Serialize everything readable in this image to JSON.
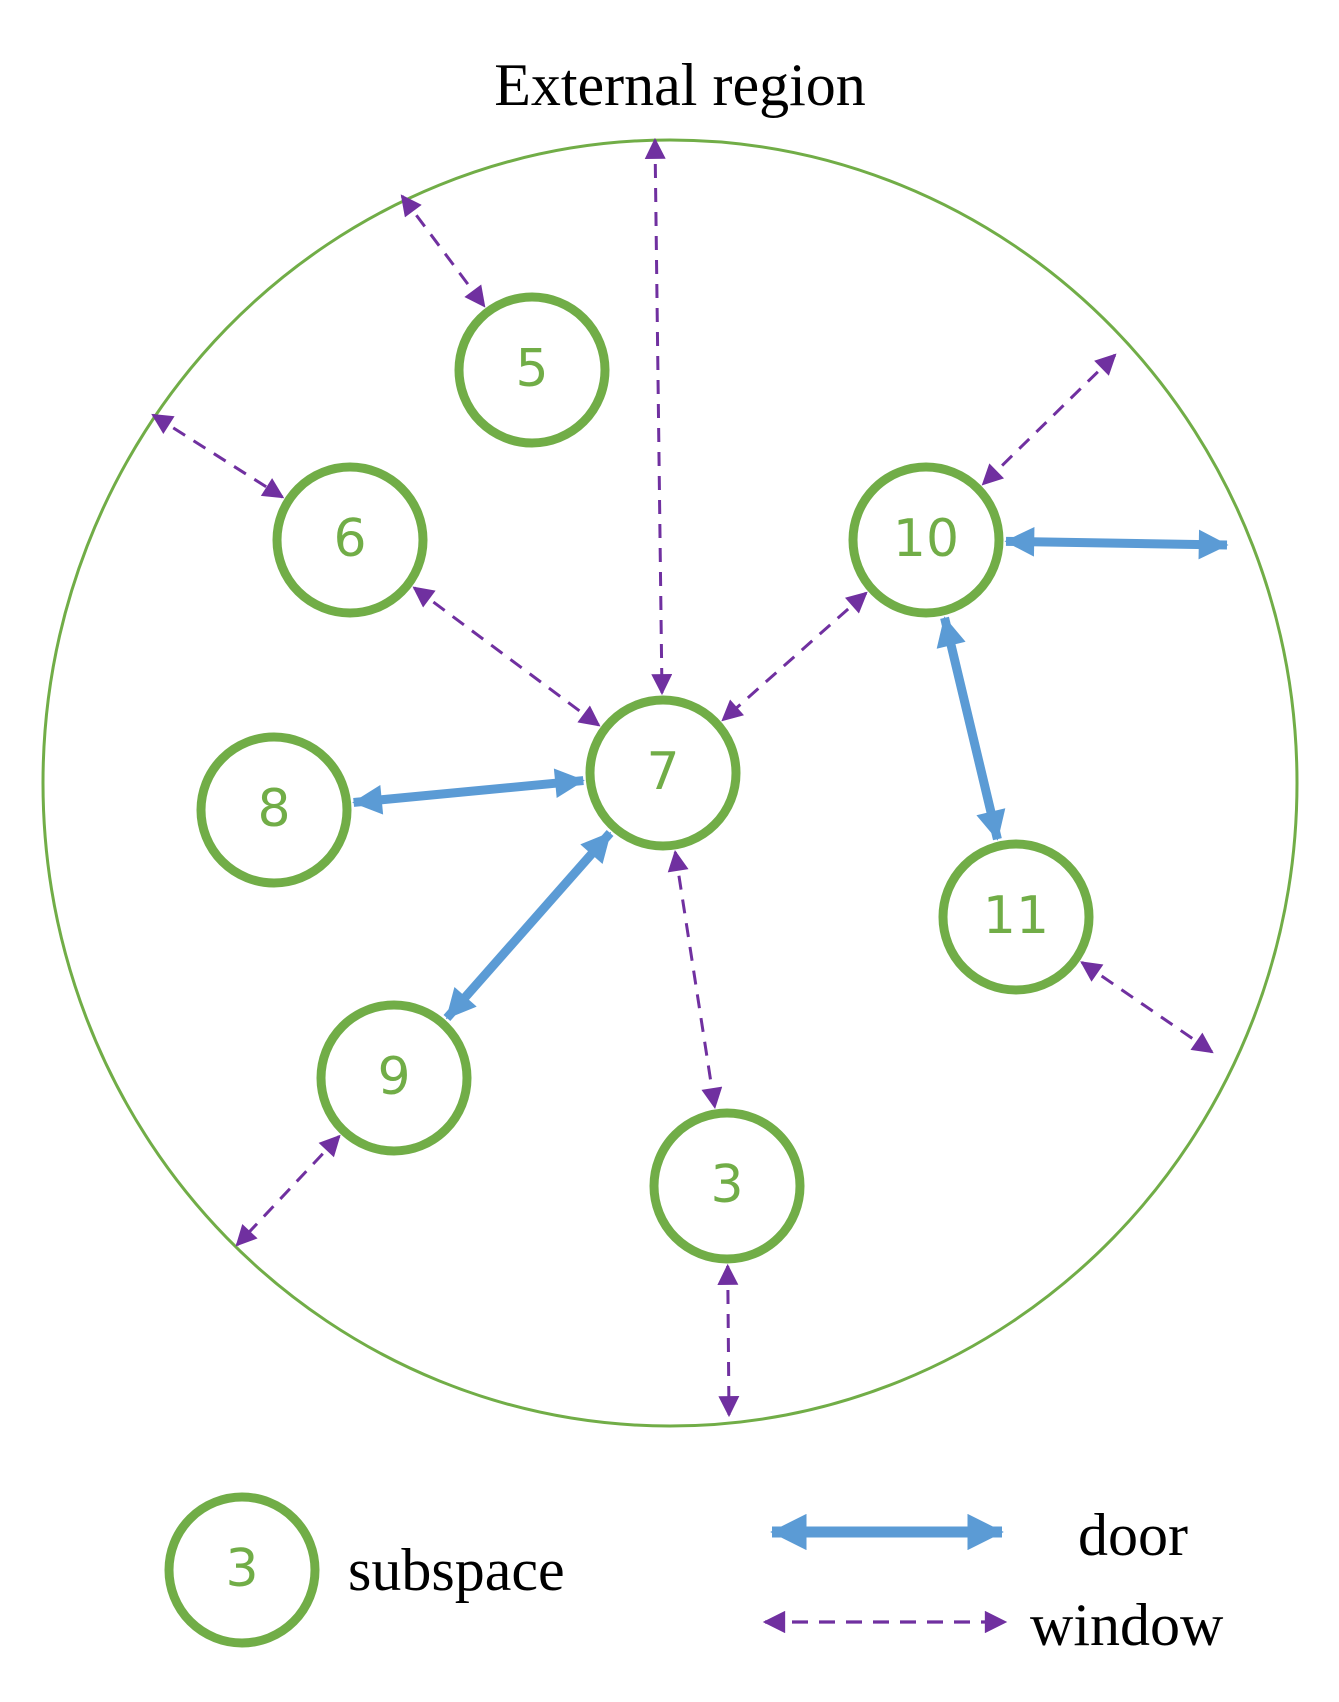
{
  "title": "External region",
  "colors": {
    "subspace": "#71ad47",
    "door": "#5b9bd5",
    "window": "#7030a0",
    "text": "#000000"
  },
  "nodes": [
    {
      "id": "5",
      "label": "5"
    },
    {
      "id": "6",
      "label": "6"
    },
    {
      "id": "7",
      "label": "7"
    },
    {
      "id": "8",
      "label": "8"
    },
    {
      "id": "9",
      "label": "9"
    },
    {
      "id": "10",
      "label": "10"
    },
    {
      "id": "11",
      "label": "11"
    },
    {
      "id": "3",
      "label": "3"
    }
  ],
  "connections": [
    {
      "from": "external",
      "to": "5",
      "type": "window"
    },
    {
      "from": "external",
      "to": "6",
      "type": "window"
    },
    {
      "from": "external",
      "to": "7",
      "type": "window"
    },
    {
      "from": "external",
      "to": "10",
      "type": "window"
    },
    {
      "from": "external",
      "to": "10",
      "type": "door"
    },
    {
      "from": "6",
      "to": "7",
      "type": "window"
    },
    {
      "from": "10",
      "to": "7",
      "type": "window"
    },
    {
      "from": "7",
      "to": "8",
      "type": "door"
    },
    {
      "from": "7",
      "to": "9",
      "type": "door"
    },
    {
      "from": "7",
      "to": "3",
      "type": "window"
    },
    {
      "from": "10",
      "to": "11",
      "type": "door"
    },
    {
      "from": "11",
      "to": "external",
      "type": "window"
    },
    {
      "from": "9",
      "to": "external",
      "type": "window"
    },
    {
      "from": "3",
      "to": "external",
      "type": "window"
    }
  ],
  "legend": {
    "subspace_sample": "3",
    "subspace_label": "subspace",
    "door_label": "door",
    "window_label": "window"
  }
}
